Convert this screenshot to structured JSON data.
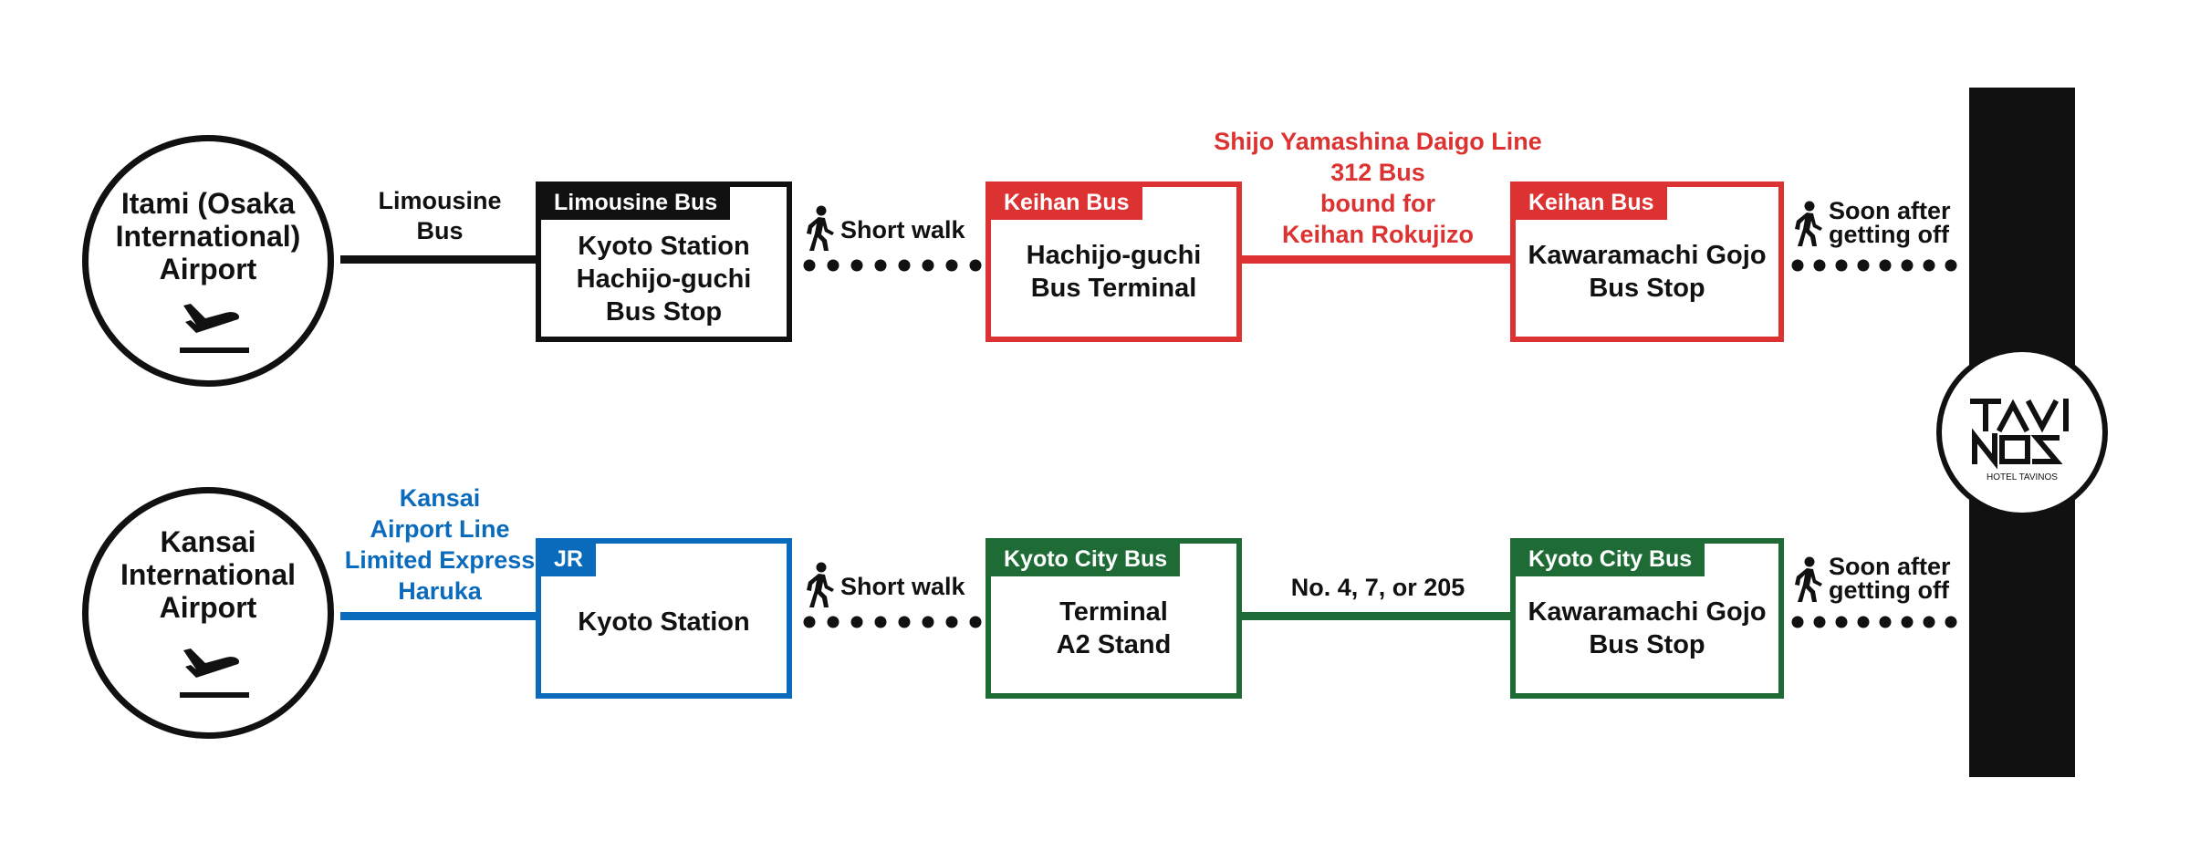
{
  "colors": {
    "black": "#111111",
    "red": "#dc3232",
    "blue": "#0a6bbd",
    "green": "#1e6b36"
  },
  "airports": {
    "itami": "Itami (Osaka\nInternational)\nAirport",
    "kansai": "Kansai\nInternational\nAirport"
  },
  "routes": {
    "itami": {
      "link1": "Limousine\nBus",
      "box1": {
        "tag": "Limousine Bus",
        "body": "Kyoto Station\nHachijo-guchi\nBus Stop"
      },
      "walk1": "Short walk",
      "box2": {
        "tag": "Keihan Bus",
        "body": "Hachijo-guchi\nBus Terminal"
      },
      "link2": "Shijo Yamashina Daigo Line\n312 Bus\nbound for\nKeihan Rokujizo",
      "box3": {
        "tag": "Keihan Bus",
        "body": "Kawaramachi Gojo\nBus Stop"
      },
      "walk2": "Soon after\ngetting off"
    },
    "kansai": {
      "link1": "Kansai\nAirport Line\nLimited Express\nHaruka",
      "box1": {
        "tag": "JR",
        "body": "Kyoto Station"
      },
      "walk1": "Short walk",
      "box2": {
        "tag": "Kyoto City Bus",
        "body": "Terminal\nA2 Stand"
      },
      "link2": "No. 4, 7, or 205",
      "box3": {
        "tag": "Kyoto City Bus",
        "body": "Kawaramachi Gojo\nBus Stop"
      },
      "walk2": "Soon after\ngetting off"
    }
  },
  "hotel": {
    "logo_text": "TAVINOS",
    "logo_sub": "HOTEL TAVINOS"
  },
  "icons": {
    "airport": "airplane-departure-icon",
    "walk": "pedestrian-icon"
  }
}
